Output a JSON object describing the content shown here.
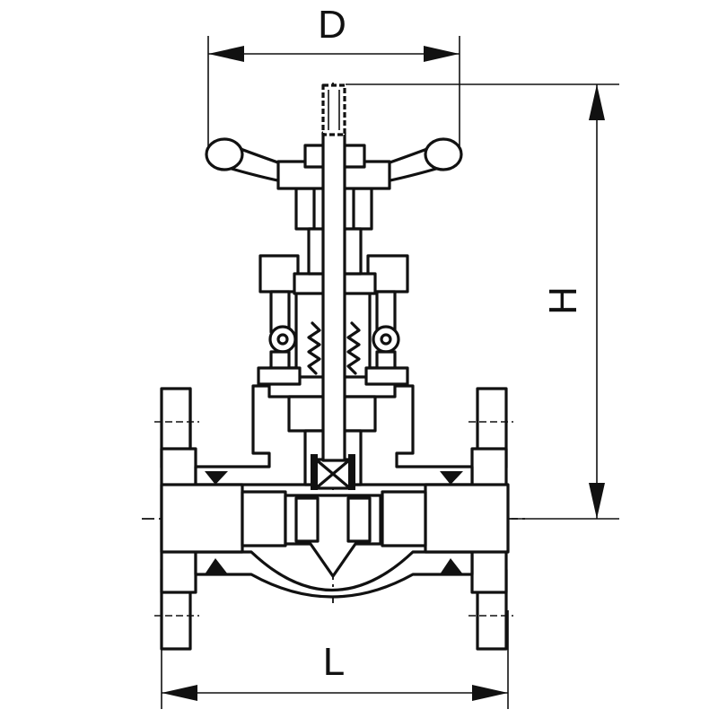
{
  "dimensions": {
    "D": "D",
    "H": "H",
    "L": "L"
  },
  "colors": {
    "line": "#111111",
    "background": "#ffffff"
  }
}
